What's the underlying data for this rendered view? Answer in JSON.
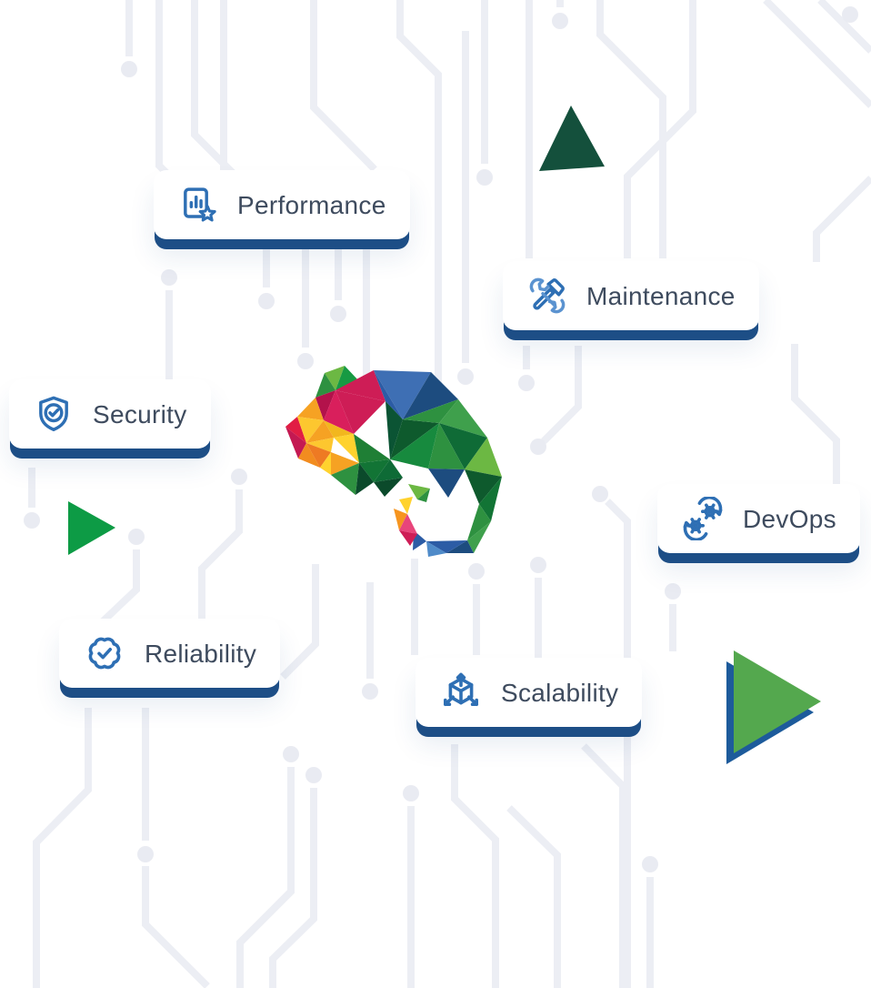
{
  "badges": [
    {
      "label": "Performance",
      "icon": "report-star-icon"
    },
    {
      "label": "Maintenance",
      "icon": "wrench-hammer-icon"
    },
    {
      "label": "Security",
      "icon": "shield-check-icon"
    },
    {
      "label": "DevOps",
      "icon": "gears-sync-icon"
    },
    {
      "label": "Reliability",
      "icon": "seal-check-icon"
    },
    {
      "label": "Scalability",
      "icon": "cube-expand-icon"
    }
  ],
  "logo": {
    "name": "chameleon-polygon-logo"
  },
  "palette": {
    "badge_background": "#FFFFFF",
    "badge_shadow": "#1D4E86",
    "label_text": "#3E4B5E",
    "icon_primary": "#2E6FB4",
    "icon_secondary": "#5B93D0",
    "circuit_line": "#ECEEF4",
    "circuit_dot": "#E9EBF2",
    "triangle_small_green": "#0D9B45",
    "triangle_pine_green": "#14503C",
    "triangle_large_green": "#54A84E",
    "triangle_large_shadow": "#1D5B9B"
  }
}
